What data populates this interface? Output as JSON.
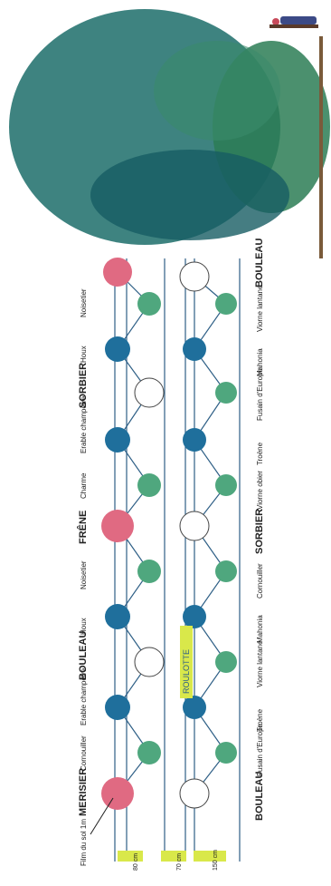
{
  "diagram": {
    "film_label": "Film du sol 1m",
    "top_row": {
      "labels": [
        "MERISIER",
        "Cornouiller",
        "Erable champêtre",
        "BOULEAU",
        "Houx",
        "Noisetier",
        "FRÊNE",
        "Charme",
        "Erable champêtre",
        "SORBIER",
        "Houx",
        "Noisetier"
      ],
      "large_labels": [
        "MERISIER",
        "BOULEAU",
        "FRÊNE",
        "SORBIER"
      ]
    },
    "bottom_row": {
      "labels": [
        "BOULEAU",
        "Fusain d'Europe",
        "Troène",
        "Viorne lantane",
        "Mahonia",
        "Cornouiller",
        "SORBIER",
        "Viorne obier",
        "Troène",
        "Fusain d'Europe",
        "Mahonia",
        "Viorne lantane",
        "BOULEAU"
      ],
      "large_labels": [
        "BOULEAU",
        "SORBIER"
      ]
    },
    "center_label": "ROULOTTE",
    "dimensions": [
      "80 cm",
      "70 cm",
      "150 cm"
    ],
    "colors": {
      "pink_tree": "#e06a82",
      "blue_shrub": "#1f6f9c",
      "green_shrub": "#4fa77e",
      "white_shrub": "#ffffff",
      "line": "#2e5f86",
      "dim_highlight": "#d9e84a",
      "foliage": "#1c6d6a"
    }
  }
}
